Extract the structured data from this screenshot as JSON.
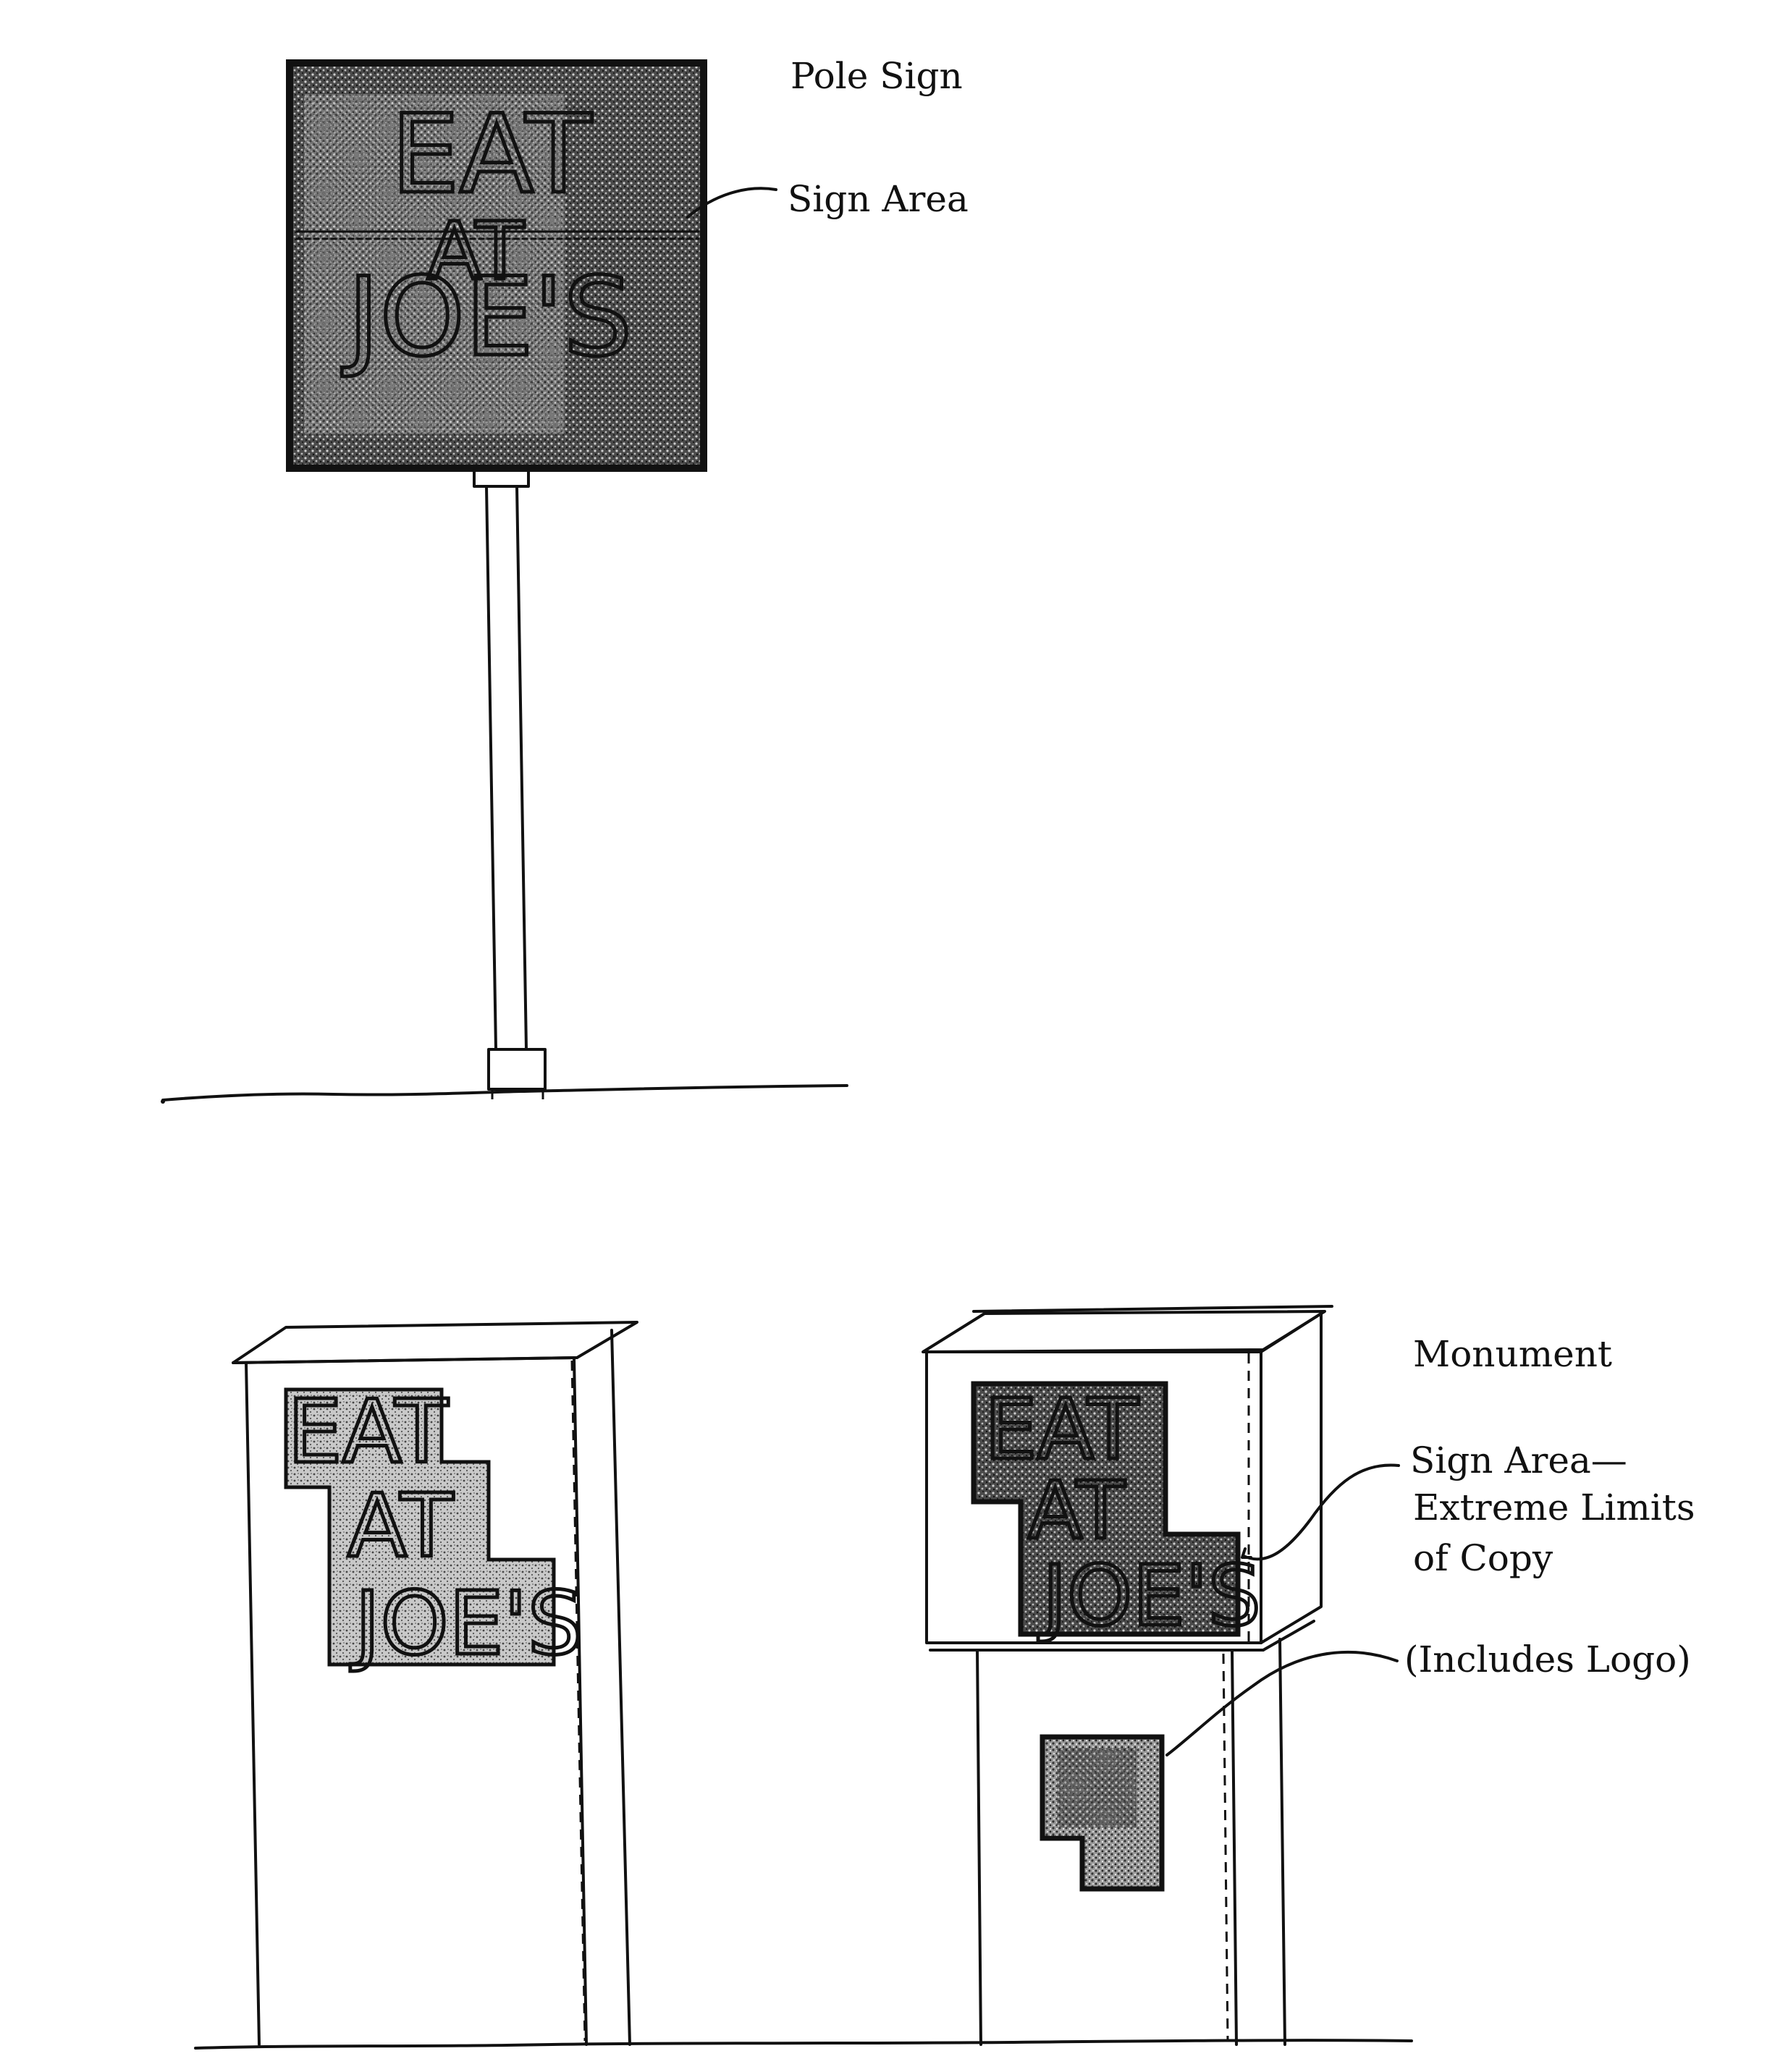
{
  "labels": {
    "pole_sign": "Pole Sign",
    "pole_sign_area": "Sign Area",
    "monument": "Monument",
    "monument_sign_area_line1": "Sign Area—",
    "monument_sign_area_line2": "Extreme Limits",
    "monument_sign_area_line3": "of Copy",
    "includes_logo": "(Includes Logo)"
  },
  "sign_copy": {
    "line1": "EAT",
    "line2": "AT",
    "line3": "JOE'S"
  },
  "colors": {
    "ink": "#111111",
    "stipple_dark": "#3a3a3a",
    "stipple_light": "#8a8a8a",
    "paper": "#ffffff"
  }
}
